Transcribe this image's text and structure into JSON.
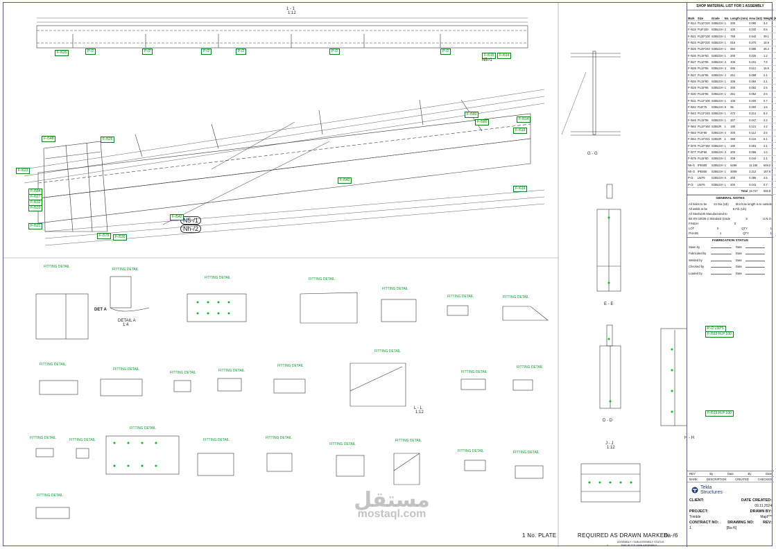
{
  "drawing": {
    "view_main_title": "1 - 1",
    "view_main_scale": "1:12",
    "section_g_label": "G - G",
    "section_e_label": "E - E",
    "section_d_label": "D - D",
    "section_h_label": "H - H",
    "section_j_label": "J - J",
    "section_j_scale": "1:12",
    "section_l_label": "L - L",
    "section_l_scale": "1:12",
    "mark_large_1": "N5-/1",
    "mark_large_2": "Nh-/2",
    "detail_a_label": "DET A",
    "detail_a_title": "DETAIL A",
    "detail_a_scale": "1:4",
    "fitting_label": "FITTING DETAIL",
    "plate_qty": "1 No.  PLATE",
    "required_note": "REQUIRED AS DRAWN MARKED",
    "marked_code": "Ba-/6",
    "assembly_status_line1": "ASSEMBLY / SUB ASSEMBLY STATUS",
    "assembly_status_line2": "THIS IS IT'S OWN ASSEMBLY",
    "status_qty": "1",
    "side_callout_1": "P-/2 L50*5",
    "side_callout_2": "F-/519 FLP 100",
    "side_callout_3": "F-/519 FLP 100"
  },
  "tags_top": [
    "F-/620",
    "P-/2",
    "P-/2",
    "P-/2",
    "P-/2",
    "P-/2",
    "P-/2",
    "F-/615",
    "F-/614",
    "N5-/1"
  ],
  "tags_mid": [
    "F-/548",
    "F-/526",
    "F-/623",
    "F-/584",
    "F-/627",
    "F-/632",
    "F-/533",
    "F-/521",
    "F-/579",
    "F-/530",
    "F-/542",
    "F-/542",
    "F-/619",
    "F-/614",
    "F-/619",
    "F-/580",
    "F-/580"
  ],
  "material_list": {
    "title": "SHOP MATERIAL LIST FOR 1 ASSEMBLY",
    "headers": [
      "Mark",
      "Size",
      "Grade",
      "No.",
      "Length (mm)",
      "Area (m2)",
      "Weight (kg)"
    ],
    "rows": [
      [
        "F-/514",
        "PL10*220",
        "S355J2H",
        "1",
        "200",
        "0.090",
        "3.4"
      ],
      [
        "F-/519",
        "PL8*100",
        "S355J2H",
        "2",
        "100",
        "0.032",
        "0.6"
      ],
      [
        "F-/521",
        "PL20*130",
        "S355J2H",
        "1",
        "758",
        "0.542",
        "39.1"
      ],
      [
        "F-/523",
        "PL20*230",
        "S355J2H",
        "1",
        "816",
        "0.270",
        "18.9"
      ],
      [
        "F-/525",
        "PL20*240",
        "S355J2H",
        "1",
        "884",
        "0.585",
        "28.4"
      ],
      [
        "F-/526",
        "PL15*50",
        "S355J2H",
        "1",
        "200",
        "0.026",
        "1.2"
      ],
      [
        "F-/527",
        "PL10*95",
        "S355J2H",
        "2",
        "405",
        "0.101",
        "7.8"
      ],
      [
        "F-/528",
        "PL10*95",
        "S355J2H",
        "3",
        "485",
        "0.112",
        "15.5"
      ],
      [
        "F-/527",
        "PL15*95",
        "S355J2H",
        "4",
        "251",
        "0.058",
        "2.1"
      ],
      [
        "F-/526",
        "PL15*80",
        "S355J2H",
        "1",
        "309",
        "0.084",
        "2.1"
      ],
      [
        "F-/529",
        "PL15*95",
        "S355J2H",
        "1",
        "200",
        "0.052",
        "2.5"
      ],
      [
        "F-/530",
        "PL15*95",
        "S355J2H",
        "1",
        "251",
        "0.052",
        "2.5"
      ],
      [
        "F-/531",
        "PL12*100",
        "S355J2H",
        "1",
        "105",
        "0.020",
        "0.7"
      ],
      [
        "F-/542",
        "PL5*75",
        "S355J2H",
        "8",
        "95",
        "0.002",
        "1.6"
      ],
      [
        "F-/543",
        "PL12*240",
        "S355J2H",
        "1",
        "472",
        "0.214",
        "8.4"
      ],
      [
        "F-/548",
        "PL15*95",
        "S355J2H",
        "1",
        "207",
        "0.047",
        "2.2"
      ],
      [
        "F-/562",
        "PL10*150",
        "S355JR",
        "1",
        "180",
        "0.121",
        "4.2"
      ],
      [
        "F-/563",
        "PL5*80",
        "S355J2H",
        "4",
        "200",
        "0.112",
        "2.5"
      ],
      [
        "F-/564",
        "PL10*221",
        "S355JR",
        "1",
        "368",
        "0.116",
        "6.1"
      ],
      [
        "F-/578",
        "PL10*150",
        "S355J2H",
        "1",
        "180",
        "0.061",
        "2.1"
      ],
      [
        "F-/577",
        "PL8*60",
        "S355J2H",
        "3",
        "200",
        "0.056",
        "1.0"
      ],
      [
        "F-/579",
        "PL15*80",
        "S355J2H",
        "1",
        "208",
        "0.044",
        "2.1"
      ],
      [
        "N5-/1",
        "IPE500",
        "S355J2H",
        "1",
        "6286",
        "11.165",
        "549.2"
      ],
      [
        "Nh-/2",
        "IPE500",
        "S355J2H",
        "1",
        "3009",
        "3.212",
        "157.6"
      ],
      [
        "P-/2",
        "L50*5",
        "S355J2H",
        "6",
        "200",
        "0.286",
        "4.5"
      ],
      [
        "P-/3",
        "L50*5",
        "S355J2H",
        "1",
        "200",
        "0.041",
        "0.7"
      ]
    ],
    "total_label": "Total",
    "total_area": "19.727",
    "total_weight": "926.8"
  },
  "general_notes": {
    "title": "GENERAL NOTES",
    "line1_left": "All holes to be",
    "line1_mid": "22 Dia (Ub)",
    "line1_right": "Slot hole length is to outside",
    "line2_left": "All welds to be",
    "line2_mid": "6 Fill. (Ub)",
    "line3": "All Steelwork Manufactured to",
    "line4": "BS EN 10025-2 Standard Grade",
    "line4_val": "S",
    "line4_right": "U.N.O.",
    "finish_label": "FINISH",
    "finish_val": "0",
    "lot_label": "LOT",
    "lot_val": "0",
    "qty_label": "QTY",
    "qty_val": "1",
    "phase_label": "PHASE",
    "phase_val": "1",
    "qty2_label": "QTY",
    "qty2_val": "1"
  },
  "fabrication_status": {
    "title": "FABRICATION STATUS",
    "rows": [
      "Sawn by",
      "Fabricated by",
      "Welded by",
      "Checked by",
      "Loaded by"
    ],
    "date_label": "Date"
  },
  "revision_table": {
    "headers": [
      "REV",
      "By",
      "Date",
      "By",
      "Date"
    ],
    "sub_headers": [
      "MARK",
      "DESCRIPTION",
      "CREATED",
      "CHECKED"
    ]
  },
  "title_block": {
    "brand_line1": "Tekla",
    "brand_line2": "Structures",
    "client_label": "CLIENT:",
    "date_created_label": "DATE CREATED:",
    "date_created": "09.11.2024",
    "project_label": "PROJECT:",
    "project": "Trimble",
    "drawn_by_label": "DRAWN BY:",
    "drawn_by": "Majd***",
    "contract_label": "CONTRACT NO:",
    "contract_no": "1",
    "drawing_no_label": "DRAWING NO:",
    "drawing_no": "[Ba-/6]",
    "rev_label": "REV:",
    "rev": ""
  },
  "watermark": {
    "arabic": "مستقل",
    "latin": "mostaql.com"
  },
  "colors": {
    "tag_green": "#0a7d1a",
    "line_dark": "#222222",
    "frame": "#5a5a8a",
    "hatch_green": "#18b02a"
  }
}
